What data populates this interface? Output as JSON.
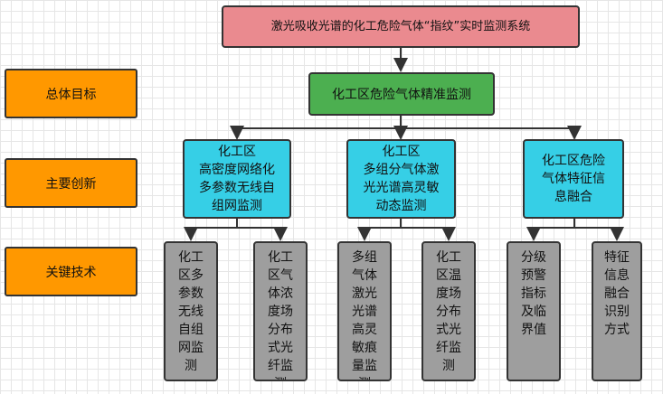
{
  "system_title": "激光吸收光谱的化工危险气体“指纹”实时监测系统",
  "overall_goal": "化工区危险气体精准监测",
  "row_labels": {
    "overall": "总体目标",
    "innovation": "主要创新",
    "key_tech": "关键技术"
  },
  "innovations": [
    "化工区\n高密度网络化\n多参数无线自\n组网监测",
    "化工区\n多组分气体激\n光光谱高灵敏\n动态监测",
    "化工区危险\n气体特征信\n息融合"
  ],
  "key_techs": [
    "化工\n区多\n参数\n无线\n自组\n网监\n测",
    "化工\n区气\n体浓\n度场\n分布\n式光\n纤监\n测",
    "多组\n气体\n激光\n光谱\n高灵\n敏痕\n量监\n测",
    "化工\n区温\n度场\n分布\n式光\n纤监\n测",
    "分级\n预警\n指标\n及临\n界值",
    "特征\n信息\n融合\n识别\n方式"
  ]
}
